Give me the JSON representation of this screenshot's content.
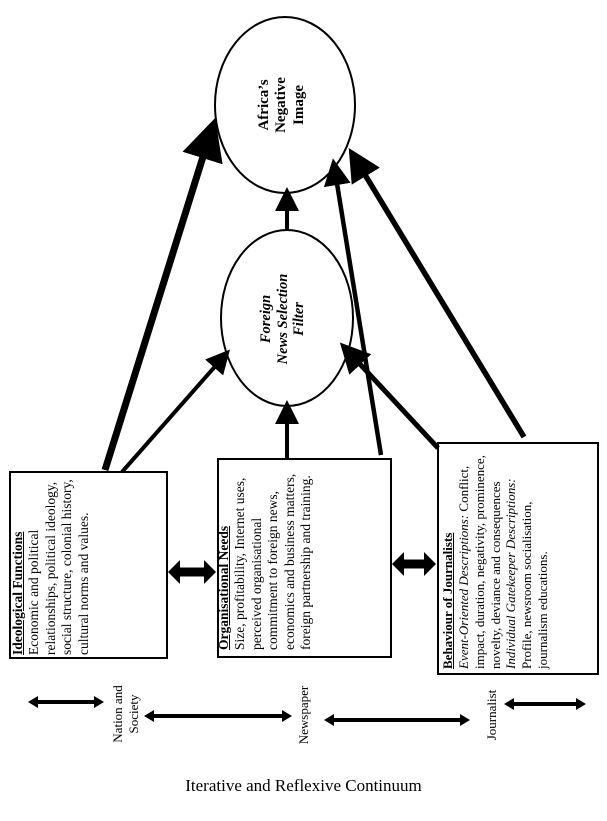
{
  "nodes": {
    "top_ellipse": {
      "line1": "Africa’s",
      "line2": "Negative",
      "line3": "Image"
    },
    "mid_ellipse": {
      "line1": "Foreign",
      "line2": "News Selection",
      "line3": "Filter"
    }
  },
  "boxes": {
    "ideological": {
      "heading": "Ideological Functions",
      "body": "Economic and political relationships, political ideology, social structure, colonial history, cultural norms and values."
    },
    "organisational": {
      "heading": "Organisational Needs",
      "body": "Size, profitability, Internet uses, perceived organisational commitment to foreign news, economics and business matters, foreign partnership and training."
    },
    "journalists": {
      "heading": "Behaviour of Journalists",
      "event_label": "Event-Oriented Descriptions:",
      "event_body": "Conflict, impact, duration, negativity, prominence, novelty, deviance and consequences",
      "gatekeeper_label": "Individual Gatekeeper Descriptions:",
      "gatekeeper_body": "Profile, newsroom socialisation, journalism educations."
    }
  },
  "continuum": {
    "nation": "Nation and Society",
    "newspaper": "Newspaper",
    "journalist": "Journalist",
    "caption": "Iterative and Reflexive Continuum"
  }
}
